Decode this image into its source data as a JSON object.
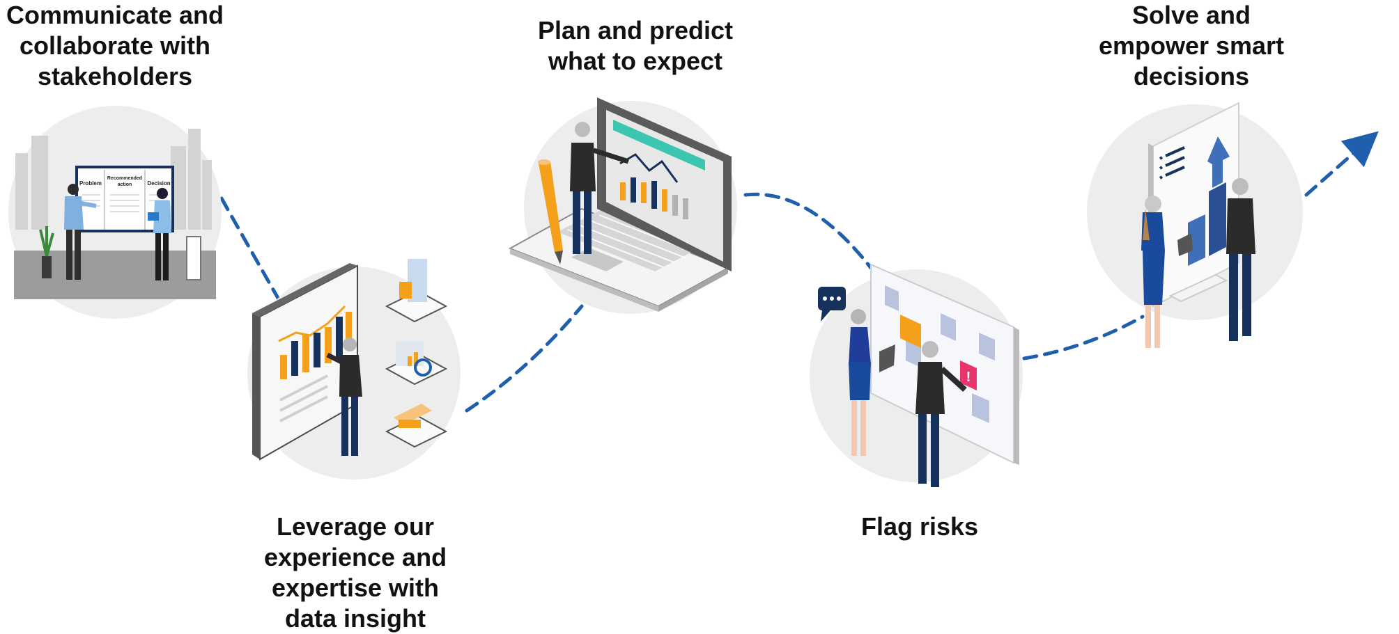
{
  "steps": [
    {
      "id": "communicate",
      "label": "Communicate and\ncollaborate with\nstakeholders"
    },
    {
      "id": "plan",
      "label": "Plan and predict\nwhat to expect"
    },
    {
      "id": "solve",
      "label": "Solve and\nempower smart\ndecisions"
    },
    {
      "id": "leverage",
      "label": "Leverage our\nexperience and\nexpertise with\ndata insight"
    },
    {
      "id": "flag",
      "label": "Flag risks"
    }
  ],
  "whiteboard": {
    "col1": "Problem",
    "col2": "Recommended\naction",
    "col3": "Decision"
  },
  "colors": {
    "path": "#1f5fad",
    "navy": "#16325c",
    "orange": "#f5a01a",
    "circle": "#ededed",
    "teal": "#3cc6b0",
    "alert": "#e8336d"
  }
}
